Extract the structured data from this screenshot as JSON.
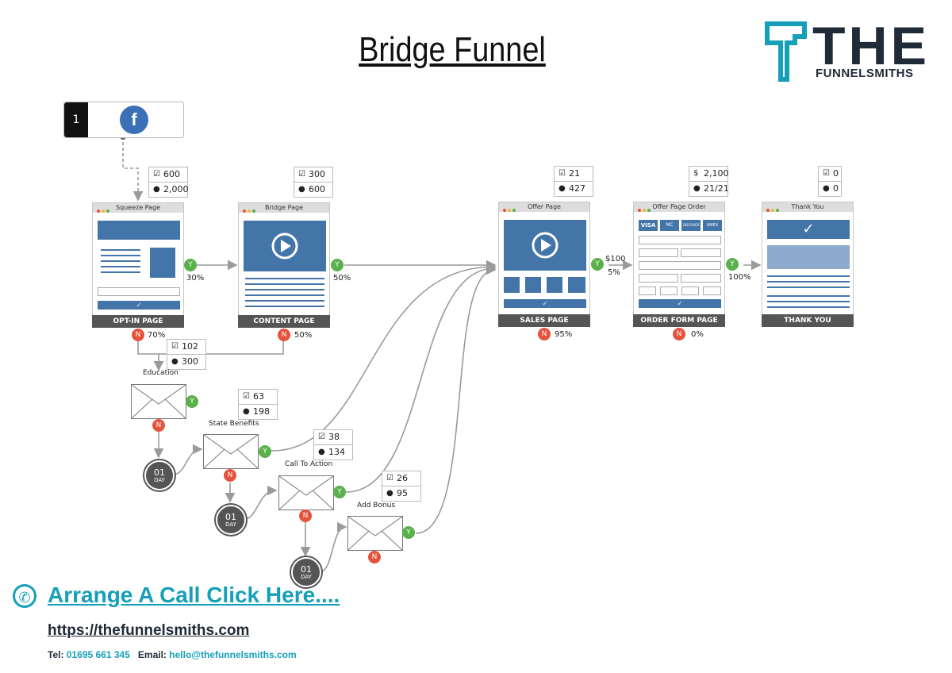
{
  "title": "Bridge Funnel",
  "logo": {
    "main": "THE",
    "sub": "FUNNELSMITHS"
  },
  "colors": {
    "accent": "#16a0b8",
    "yes": "#5ab04a",
    "no": "#e5533d",
    "page_blue": "#4475a9",
    "dark": "#1f2b38"
  },
  "source": {
    "number": "1",
    "icon": "facebook-icon",
    "glyph": "f"
  },
  "yes_label": "Y",
  "no_label": "N",
  "pages": [
    {
      "bar_title": "Squeeze Page",
      "label": "OPT-IN PAGE",
      "stats": [
        "600",
        "2,000"
      ],
      "yes_pct": "30%",
      "no_pct": "70%"
    },
    {
      "bar_title": "Bridge Page",
      "label": "CONTENT PAGE",
      "stats": [
        "300",
        "600"
      ],
      "yes_pct": "50%",
      "no_pct": "50%"
    },
    {
      "bar_title": "Offer Page",
      "label": "SALES PAGE",
      "stats": [
        "21",
        "427"
      ],
      "yes_price": "$100",
      "yes_pct": "5%",
      "no_pct": "95%"
    },
    {
      "bar_title": "Offer Page Order",
      "label": "ORDER FORM PAGE",
      "stats": [
        "$",
        "2,100",
        "21/21"
      ],
      "yes_pct": "100%",
      "no_pct": "0%",
      "cards": [
        "VISA",
        "MC",
        "DISCOVER",
        "AMEX"
      ]
    },
    {
      "bar_title": "Thank You",
      "label": "THANK YOU",
      "stats": [
        "0",
        "0"
      ]
    }
  ],
  "emails": [
    {
      "label": "Education",
      "stats": [
        "102",
        "300"
      ]
    },
    {
      "label": "State Benefits",
      "stats": [
        "63",
        "198"
      ]
    },
    {
      "label": "Call To Action",
      "stats": [
        "38",
        "134"
      ]
    },
    {
      "label": "Add Bonus",
      "stats": [
        "26",
        "95"
      ]
    }
  ],
  "timer": {
    "value": "01",
    "unit": "DAY"
  },
  "cta": {
    "text": "Arrange A Call Click Here....",
    "icon": "phone-icon"
  },
  "url": "https://thefunnelsmiths.com",
  "contact": {
    "tel_label": "Tel:",
    "tel": "01695 661 345",
    "email_label": "Email:",
    "email": "hello@thefunnelsmiths.com"
  }
}
